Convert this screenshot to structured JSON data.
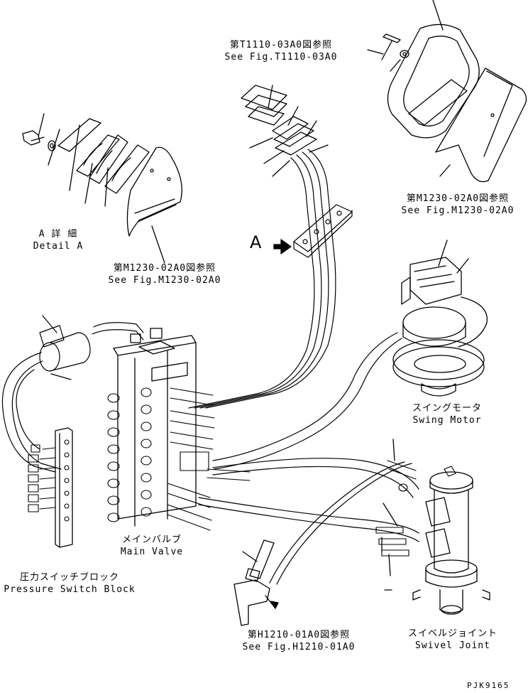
{
  "labels": {
    "ref_t1110_jp": "第T1110-03A0図参照",
    "ref_t1110_en": "See Fig.T1110-03A0",
    "ref_m1230_right_jp": "第M1230-02A0図参照",
    "ref_m1230_right_en": "See Fig.M1230-02A0",
    "detail_jp": "A 詳 細",
    "detail_en": "Detail A",
    "ref_m1230_left_jp": "第M1230-02A0図参照",
    "ref_m1230_left_en": "See Fig.M1230-02A0",
    "arrow_a": "A",
    "swing_motor_jp": "スイングモータ",
    "swing_motor_en": "Swing Motor",
    "main_valve_jp": "メインバルブ",
    "main_valve_en": "Main Valve",
    "pressure_switch_jp": "圧力スイッチブロック",
    "pressure_switch_en": "Pressure Switch Block",
    "ref_h1210_jp": "第H1210-01A0図参照",
    "ref_h1210_en": "See Fig.H1210-01A0",
    "swivel_joint_jp": "スイベルジョイント",
    "swivel_joint_en": "Swivel Joint",
    "code": "PJK9165"
  },
  "colors": {
    "ink": "#000000",
    "paper": "#ffffff"
  }
}
